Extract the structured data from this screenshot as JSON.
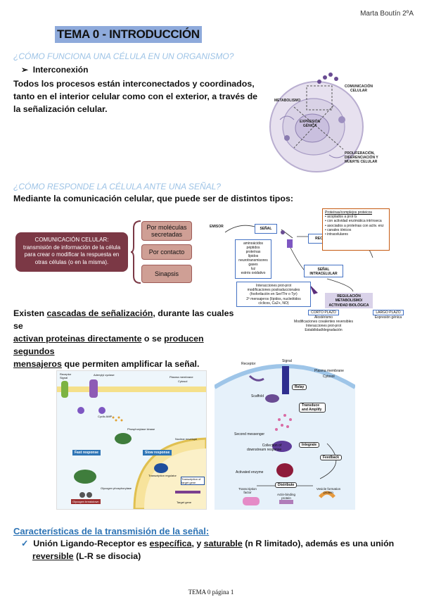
{
  "header": {
    "author": "Marta Boutín 2ºA"
  },
  "title": "TEMA 0 - INTRODUCCIÓN",
  "section1": {
    "question": "¿CÓMO FUNCIONA UNA CÉLULA EN UN ORGANISMO?",
    "bullet": "Interconexión",
    "lines": [
      "Todos los procesos están interconectados y coordinados,",
      "tanto en el interior celular como con el exterior, a través de",
      "la señalización celular."
    ],
    "cell_labels": {
      "comunicacion_1": "COMUNICACIÓN",
      "comunicacion_2": "CELULAR",
      "metabolismo": "METABOLISMO",
      "expresion_1": "EXPRESIÓN",
      "expresion_2": "GÉNICA",
      "prolif_1": "PROLIFERACIÓN,",
      "prolif_2": "DIFERENCIACIÓN Y",
      "prolif_3": "MUERTE CELULAR"
    }
  },
  "section2": {
    "question": "¿CÓMO RESPONDE LA CÉLULA ANTE UNA SEÑAL?",
    "intro": "Mediante la comunicación celular, que puede ser de distintos tipos:",
    "comm_box": "COMUNICACIÓN CELULAR: transmisión de información de la célula para crear o modificar la respuesta en otras células (o en la misma).",
    "types": [
      "Por moléculas secretadas",
      "Por contacto",
      "Sinapsis"
    ],
    "cascade": {
      "p1": "Existen ",
      "u1": "cascadas de señalización",
      "p2": ", durante las cuales se",
      "u2": "activan proteinas directamente",
      "p3": " o se ",
      "u3": "producen segundos",
      "u4": "mensajeros",
      "p4": " que permiten amplificar la señal."
    },
    "signal_diagram": {
      "emisor": "EMISOR",
      "senal": "SEÑAL",
      "receptor": "RECEPTOR",
      "senal_intracelular_1": "SEÑAL",
      "senal_intracelular_2": "INTRACELULAR",
      "molecules": [
        "aminoácidos",
        "péptidos",
        "proteínas",
        "lípidos",
        "neurotransmisores",
        "gases",
        "luz",
        "estrés oxidativo"
      ],
      "proteins_title": "Proteínas/complejos proteicos",
      "proteins": [
        "acoplados a prot G",
        "con actividad enzimática intrínseca",
        "asociados a proteínas con activ. enz",
        "canales iónicos",
        "intracelulares"
      ],
      "interactions": [
        "Interacciones prot-prot",
        "modificaciones postraduccionales",
        "(fosforilación en Ser/Thr o Tyr)",
        "2º mensajeros (lípidos, nucleótidos",
        "cíclicos, Ca2+, NO)"
      ],
      "regulacion_1": "REGULACIÓN",
      "regulacion_2": "METABOLISMO/",
      "regulacion_3": "ACTIVIDAD BIOLÓGICA",
      "corto": "CORTO PLAZO",
      "corto_items": [
        "Alostérismo",
        "Modificaciones covalentes reversibles",
        "Interacciones prot-prot",
        "Estabilidad/degradación"
      ],
      "largo": "LARGO PLAZO",
      "largo_items": [
        "Expresión génica"
      ]
    }
  },
  "fig_left": {
    "receptor": "Receptor",
    "signal": "Signal",
    "adenylyl": "Adenylyl cyclase",
    "plasma": "Plasma membrane",
    "cytosol": "Cytosol",
    "camp": "Cyclic AMP",
    "kinase": "Phosphorylase kinase",
    "nuclear": "Nuclear envelope",
    "fast": "Fast response",
    "slow": "Slow response",
    "transcription": "Transcription regulator",
    "transcription_target": "Transcription of target gene",
    "glycogen": "Glycogen phosphorylase",
    "breakdown": "Glycogen breakdown",
    "target_gene": "Target gene"
  },
  "fig_right": {
    "receptor": "Receptor",
    "signal": "Signal",
    "plasma": "Plasma membrane",
    "cytosol": "Cytosol",
    "scaffold": "Scaffold",
    "relay": "Relay",
    "transduce": "Transduce and Amplify",
    "second_messenger": "Second messenger",
    "collection_1": "Collection of",
    "collection_2": "downstream response",
    "integrate": "Integrate",
    "feedback": "Feedback",
    "activated": "Activated enzyme",
    "distribute": "Distribute",
    "transcription": "Transcription factor",
    "actin": "Actin-binding protein",
    "vesicle": "Vesicle formation protein"
  },
  "section3": {
    "heading": "Características de la transmisión de la señal:",
    "bullet_bold": "Unión Ligando-Receptor",
    "t1": " es ",
    "u1": "específica",
    "t2": ", y ",
    "u2": "saturable",
    "t3": " (n R limitado), además es una unión",
    "u3": "reversible",
    "t4": " (L-R se disocia)"
  },
  "footer": "TEMA 0 página 1"
}
